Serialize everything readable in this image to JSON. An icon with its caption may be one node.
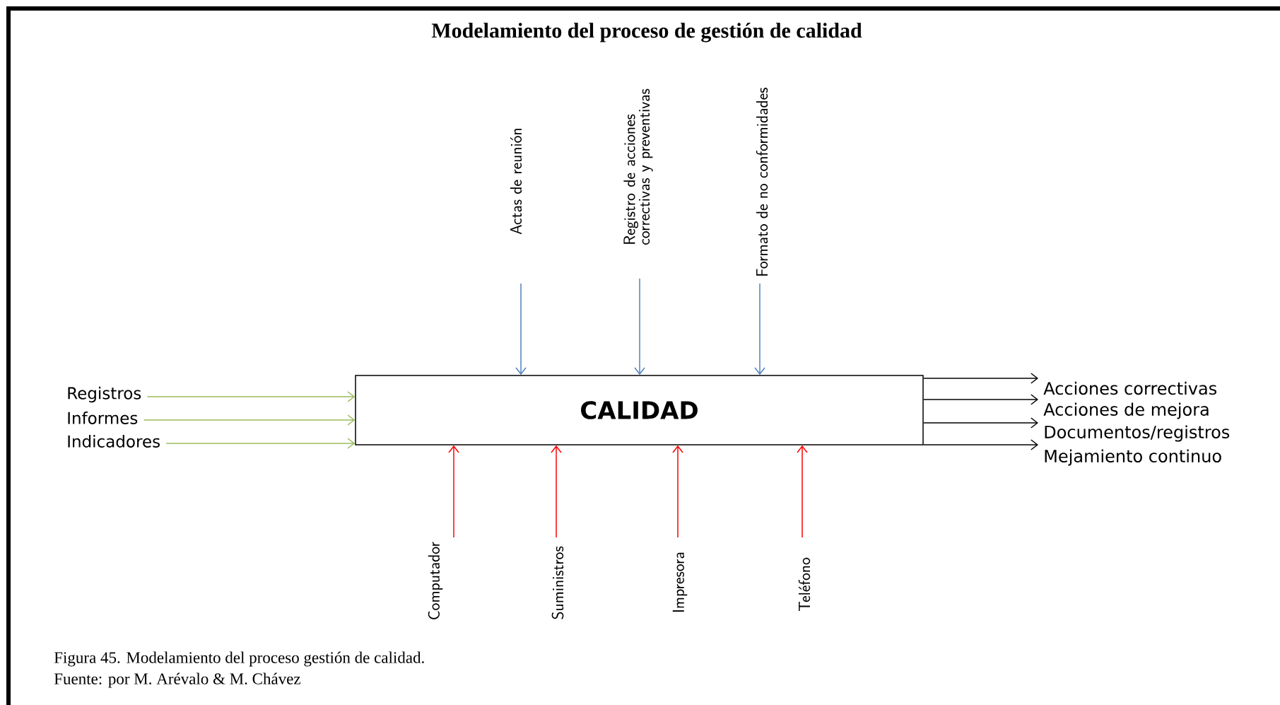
{
  "diagram": {
    "title": "Modelamiento del proceso de gestión de calidad",
    "caption": "Figura 45. Modelamiento del proceso gestión de calidad.",
    "nodes": [
      {
        "text": [
          "CALIDAD"
        ]
      },
      {
        "text": [
          "Registros"
        ]
      },
      {
        "text": [
          "Informes"
        ]
      },
      {
        "text": [
          "Indicadores"
        ]
      },
      {
        "text": [
          "Actas de reunión"
        ]
      },
      {
        "text": [
          "Registro de acciones correctivas y preventivas"
        ]
      },
      {
        "text": [
          "Formato de no conformidades"
        ]
      },
      {
        "text": [
          "Computador"
        ]
      },
      {
        "text": [
          "Suministros"
        ]
      },
      {
        "text": [
          "Impresora"
        ]
      },
      {
        "text": [
          "Teléfono"
        ]
      },
      {
        "text": [
          "Acciones correctivas"
        ]
      },
      {
        "text": [
          "Acciones de mejora"
        ]
      },
      {
        "text": [
          "Documentos/registros"
        ]
      },
      {
        "text": [
          "Mejamiento continuo"
        ]
      }
    ],
    "edges": [
      {
        "from": 1,
        "to": 0,
        "arrow": "to",
        "color": "#9bbb59"
      },
      {
        "from": 2,
        "to": 0,
        "arrow": "to",
        "color": "#9bbb59"
      },
      {
        "from": 3,
        "to": 0,
        "arrow": "to",
        "color": "#9bbb59"
      },
      {
        "from": 4,
        "to": 0,
        "arrow": "to",
        "color": "#4f81bd"
      },
      {
        "from": 5,
        "to": 0,
        "arrow": "to",
        "color": "#4f81bd"
      },
      {
        "from": 6,
        "to": 0,
        "arrow": "to",
        "color": "#4f81bd"
      },
      {
        "from": 7,
        "to": 0,
        "arrow": "to",
        "color": "#ff0000"
      },
      {
        "from": 8,
        "to": 0,
        "arrow": "to",
        "color": "#ff0000"
      },
      {
        "from": 9,
        "to": 0,
        "arrow": "to",
        "color": "#ff0000"
      },
      {
        "from": 10,
        "to": 0,
        "arrow": "to",
        "color": "#ff0000"
      },
      {
        "from": 0,
        "to": 11,
        "arrow": "to",
        "color": "#000000"
      },
      {
        "from": 0,
        "to": 12,
        "arrow": "to",
        "color": "#000000"
      },
      {
        "from": 0,
        "to": 13,
        "arrow": "to",
        "color": "#000000"
      },
      {
        "from": 0,
        "to": 14,
        "arrow": "to",
        "color": "#000000"
      }
    ],
    "labels": [
      "Fuente: por M. Arévalo & M. Chávez"
    ]
  }
}
